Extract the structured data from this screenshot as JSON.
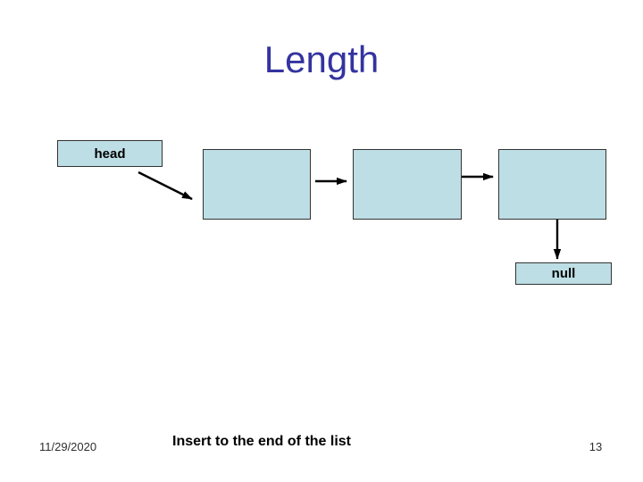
{
  "slide": {
    "title": "Length"
  },
  "diagram": {
    "head_label": "head",
    "null_label": "null",
    "nodes": [
      "node-1",
      "node-2",
      "node-3"
    ],
    "links": [
      {
        "from": "head",
        "to": "node-1"
      },
      {
        "from": "node-1",
        "to": "node-2"
      },
      {
        "from": "node-2",
        "to": "node-3"
      },
      {
        "from": "node-3",
        "to": "null"
      }
    ]
  },
  "footer": {
    "date": "11/29/2020",
    "caption": "Insert to the end of the list",
    "page_number": "13"
  },
  "colors": {
    "title_text": "#3333a0",
    "box_fill": "#bddee4",
    "box_border": "#333333",
    "arrow": "#000000",
    "footer_text": "#2e2e2e"
  }
}
